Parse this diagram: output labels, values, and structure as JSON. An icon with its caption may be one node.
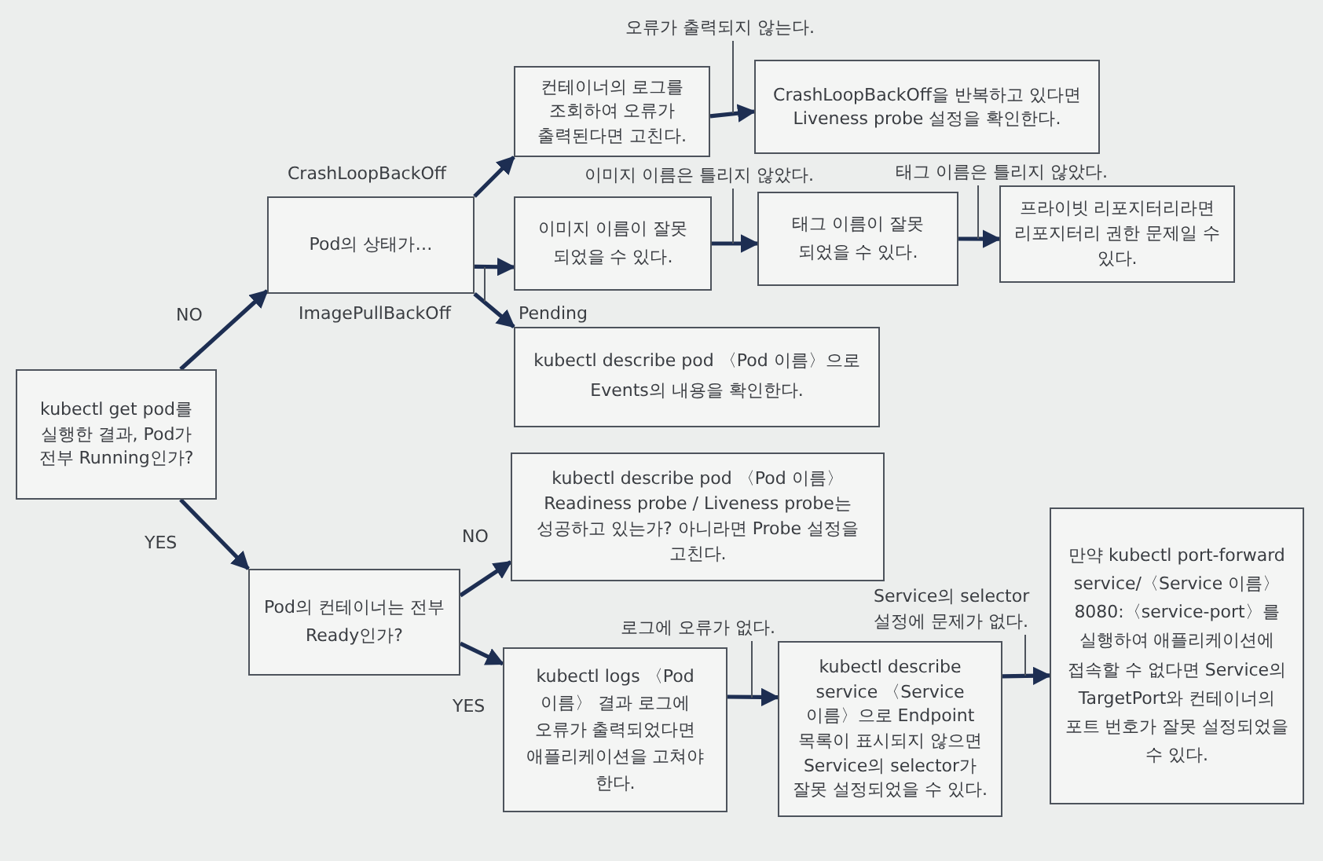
{
  "diagram": {
    "nodes": [
      {
        "text": [
          "kubectl get pod를 실행한 결과, Pod가 전부 Running인가?"
        ]
      },
      {
        "text": [
          "Pod의 상태가…"
        ]
      },
      {
        "text": [
          "컨테이너의 로그를 조회하여 오류가 출력된다면 고친다."
        ]
      },
      {
        "text": [
          "CrashLoopBackOff을 반복하고 있다면 Liveness probe 설정을 확인한다."
        ]
      },
      {
        "text": [
          "이미지 이름이 잘못 되었을 수 있다."
        ]
      },
      {
        "text": [
          "태그 이름이 잘못 되었을 수 있다."
        ]
      },
      {
        "text": [
          "프라이빗 리포지터리라면 리포지터리 권한 문제일 수 있다."
        ]
      },
      {
        "text": [
          "kubectl describe pod 〈Pod 이름〉으로 Events의 내용을 확인한다."
        ]
      },
      {
        "text": [
          "Pod의 컨테이너는 전부 Ready인가?"
        ]
      },
      {
        "text": [
          "kubectl describe pod 〈Pod 이름〉 Readiness probe / Liveness probe는 성공하고 있는가? 아니라면 Probe 설정을 고친다."
        ]
      },
      {
        "text": [
          "kubectl logs 〈Pod 이름〉 결과 로그에 오류가 출력되었다면 애플리케이션을 고쳐야 한다."
        ]
      },
      {
        "text": [
          "kubectl describe service 〈Service 이름〉으로 Endpoint 목록이 표시되지 않으면 Service의 selector가 잘못 설정되었을 수 있다."
        ]
      },
      {
        "text": [
          "만약 kubectl port-forward service/〈Service 이름〉 8080:〈service-port〉를 실행하여 애플리케이션에 접속할 수 없다면 Service의 TargetPort와 컨테이너의 포트 번호가 잘못 설정되었을 수 있다."
        ]
      }
    ],
    "edges": [
      {
        "from": 0,
        "to": 1,
        "arrow": "to",
        "label": "NO"
      },
      {
        "from": 1,
        "to": 2,
        "arrow": "to",
        "label": "CrashLoopBackOff"
      },
      {
        "from": 1,
        "to": 4,
        "arrow": "to",
        "label": "ImagePullBackOff"
      },
      {
        "from": 1,
        "to": 7,
        "arrow": "to",
        "label": "Pending"
      },
      {
        "from": 2,
        "to": 3,
        "arrow": "to",
        "label": "오류가 출력되지 않는다."
      },
      {
        "from": 4,
        "to": 5,
        "arrow": "to",
        "label": "이미지 이름은 틀리지 않았다."
      },
      {
        "from": 5,
        "to": 6,
        "arrow": "to",
        "label": "태그 이름은 틀리지 않았다."
      },
      {
        "from": 0,
        "to": 8,
        "arrow": "to",
        "label": "YES"
      },
      {
        "from": 8,
        "to": 9,
        "arrow": "to",
        "label": "NO"
      },
      {
        "from": 8,
        "to": 10,
        "arrow": "to",
        "label": "YES"
      },
      {
        "from": 10,
        "to": 11,
        "arrow": "to",
        "label": "로그에 오류가 없다."
      },
      {
        "from": 11,
        "to": 12,
        "arrow": "to",
        "label": "Service의 selector 설정에 문제가 없다."
      }
    ]
  }
}
